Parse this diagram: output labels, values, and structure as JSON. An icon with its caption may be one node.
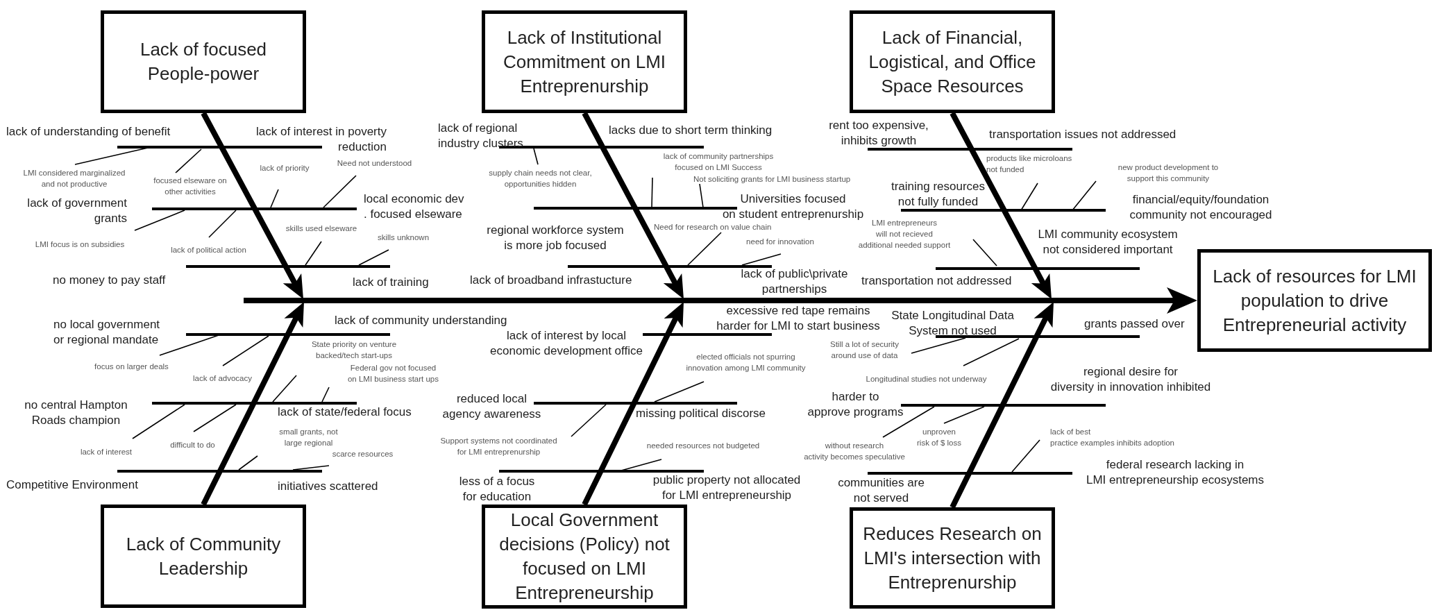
{
  "diagram": {
    "nodes": [
      {
        "text": [
          "Lack of focused People-power"
        ]
      },
      {
        "text": [
          "Lack of Institutional Commitment on LMI Entreprenurship"
        ]
      },
      {
        "text": [
          "Lack of Financial, Logistical, and Office Space Resources"
        ]
      },
      {
        "text": [
          "Lack of resources for LMI population to drive Entrepreneurial activity"
        ]
      },
      {
        "text": [
          "Lack of Community Leadership"
        ]
      },
      {
        "text": [
          "Local Government decisions (Policy) not focused on LMI Entrepreneurship"
        ]
      },
      {
        "text": [
          "Reduces Research on LMI's intersection with Entreprenurship"
        ]
      }
    ],
    "edges": [
      {
        "from": 0,
        "to": null,
        "arrow": "to"
      },
      {
        "from": 1,
        "to": null,
        "arrow": "to"
      },
      {
        "from": 2,
        "to": null,
        "arrow": "to"
      },
      {
        "from": 4,
        "to": null,
        "arrow": "to"
      },
      {
        "from": 5,
        "to": null,
        "arrow": "to"
      },
      {
        "from": 6,
        "to": null,
        "arrow": "to"
      },
      {
        "from": null,
        "to": 3,
        "arrow": "to"
      }
    ],
    "labels": [
      "lack of understanding of benefit",
      "lack of interest in poverty reduction",
      "LMI considered marginalized and not productive",
      "focused elseware on other activities",
      "lack of government grants",
      "local economic dev . focused elseware",
      "lack of priority",
      "Need not understood",
      "LMI focus is on subsidies",
      "lack of political action",
      "no money to pay staff",
      "lack of training",
      "skills used elseware",
      "skills unknown",
      "lack of regional industry clusters",
      "lacks due to short term thinking",
      "supply chain needs not clear, opportunities hidden",
      "lack of community partnerships focused on LMI Success",
      "Not soliciting grants for LMI business startup",
      "Universities focused on student entreprenurship",
      "regional workforce system is more job focused",
      "Need for research on value chain",
      "need for innovation",
      "lack of broadband infrastucture",
      "lack of public\\private partnerships",
      "rent too expensive, inhibits growth",
      "transportation issues not addressed",
      "products like microloans not funded",
      "new product development to support this community",
      "training resources not fully funded",
      "financial/equity/foundation community not encouraged",
      "LMI entrepreneurs will not recieved additional needed support",
      "LMI community ecosystem not considered important",
      "transportation not addressed",
      "no local government or regional mandate",
      "lack of community understanding",
      "focus on larger deals",
      "lack of advocacy",
      "State priority on venture backed/tech start-ups",
      "Federal gov not focused on LMI business start ups",
      "no central Hampton Roads champion",
      "lack of state/federal focus",
      "lack of interest",
      "difficult to do",
      "small grants, not large regional",
      "scarce resources",
      "Competitive Environment",
      "initiatives scattered",
      "lack of interest by local economic development office",
      "excessive red tape remains harder for LMI to start business",
      "elected officials not spurring innovation among LMI community",
      "reduced local agency awareness",
      "missing political discorse",
      "Support systems not coordinated for LMI entreprenurship",
      "needed resources not budgeted",
      "less of a focus for education",
      "public property not allocated for LMI entrepreneurship",
      "State Longitudinal Data System not used",
      "grants passed over",
      "Still a lot of security around use of data",
      "Longitudinal studies not underway",
      "harder to approve programs",
      "regional desire for diversity in innovation inhibited",
      "without research activity becomes speculative",
      "unproven risk of $ loss",
      "communities are not served",
      "federal research lacking in LMI entrepreneurship ecosystems",
      "lack of best practice examples inhibits adoption"
    ]
  }
}
